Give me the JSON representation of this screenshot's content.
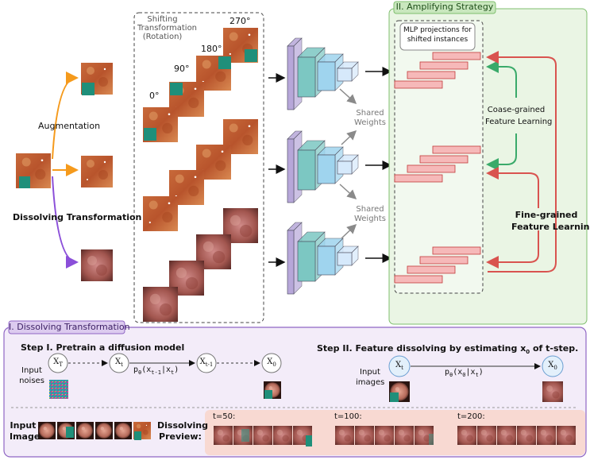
{
  "colors": {
    "orange": "#f59a1c",
    "purple": "#8b4fd9",
    "green": "#3aaa6a",
    "red": "#d9534f",
    "bar_fill": "#f6b9b9",
    "bar_stroke": "#c23b3b",
    "panel_green_bg": "#eaf5e4",
    "panel_green_border": "#7fbf6e",
    "panel_purple_bg": "#f3ecf9",
    "panel_purple_border": "#8f66c4",
    "preview_bg": "#f8d9d2",
    "cnn_purple": "#b7a7d9",
    "cnn_teal": "#7cc7c2",
    "cnn_blue": "#9fd4ee",
    "cnn_light": "#d6e9fb"
  },
  "labels": {
    "augmentation": "Augmentation",
    "dissolving_transformation": "Dissolving Transformation",
    "shifting_transformation_line1": "Shifting",
    "shifting_transformation_line2": "Transformation",
    "shifting_transformation_line3": "(Rotation)",
    "angle_0": "0°",
    "angle_90": "90°",
    "angle_180": "180°",
    "angle_270": "270°",
    "shared_weights_line1": "Shared",
    "shared_weights_line2": "Weights",
    "amplifying_strategy": "II. Amplifying Strategy",
    "mlp_line1": "MLP projections for",
    "mlp_line2": "shifted instances",
    "coarse_line1": "Coase-grained",
    "coarse_line2": "Feature Learning",
    "fine_line1": "Fine-grained",
    "fine_line2": "Feature Learning"
  },
  "dissolving_panel": {
    "title": "I. Dissolving Transformation",
    "step1_title": "Step I. Pretrain a diffusion model",
    "step2_title_prefix": "Step II. Feature dissolving by estimating x",
    "step2_title_sub": "0",
    "step2_title_suffix": " of t-step.",
    "input_noises_line1": "Input",
    "input_noises_line2": "noises",
    "input_images_line1": "Input",
    "input_images_line2": "images",
    "node_xT": "X",
    "node_xT_sub": "T",
    "node_xt": "X",
    "node_xt_sub": "t",
    "node_xt1": "X",
    "node_xt1_sub": "t-1",
    "node_x0": "X",
    "node_x0_sub": "0",
    "step1_formula": "p",
    "step1_formula_sub": "θ",
    "step1_formula_args": "(x",
    "step1_formula_args_sub1": "t-1",
    "step1_formula_mid": "|x",
    "step1_formula_args_sub2": "t",
    "step1_formula_end": ")",
    "step2_formula": "p",
    "step2_formula_sub": "θ",
    "step2_formula_args": "(x",
    "step2_formula_args_sub1": "0",
    "step2_formula_mid": "|x",
    "step2_formula_args_sub2": "t",
    "step2_formula_end": ")",
    "input_image_line1": "Input",
    "input_image_line2": "Image",
    "dissolving_preview_line1": "Dissolving",
    "dissolving_preview_line2": "Preview:",
    "t50": "t=50:",
    "t100": "t=100:",
    "t200": "t=200:"
  }
}
